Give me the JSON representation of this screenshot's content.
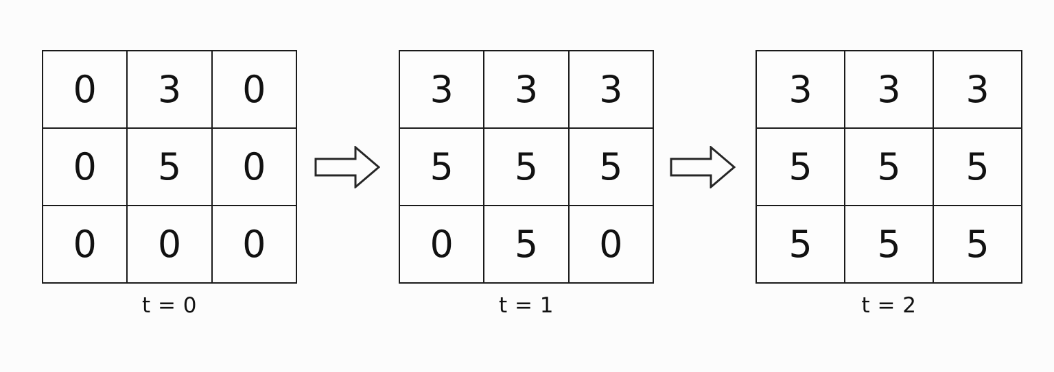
{
  "diagram": {
    "type": "grid-state-evolution",
    "background_color": "#fcfcfc",
    "line_color": "#1a1a1a",
    "text_color": "#111111",
    "steps": [
      {
        "id": "step-0",
        "caption": "t = 0",
        "rows": [
          [
            "0",
            "3",
            "0"
          ],
          [
            "0",
            "5",
            "0"
          ],
          [
            "0",
            "0",
            "0"
          ]
        ]
      },
      {
        "id": "step-1",
        "caption": "t = 1",
        "rows": [
          [
            "3",
            "3",
            "3"
          ],
          [
            "5",
            "5",
            "5"
          ],
          [
            "0",
            "5",
            "0"
          ]
        ]
      },
      {
        "id": "step-2",
        "caption": "t = 2",
        "rows": [
          [
            "3",
            "3",
            "3"
          ],
          [
            "5",
            "5",
            "5"
          ],
          [
            "5",
            "5",
            "5"
          ]
        ]
      }
    ],
    "arrows": [
      {
        "id": "arrow-0-1",
        "direction": "right",
        "style": "hollow-block"
      },
      {
        "id": "arrow-1-2",
        "direction": "right",
        "style": "hollow-block"
      }
    ]
  }
}
